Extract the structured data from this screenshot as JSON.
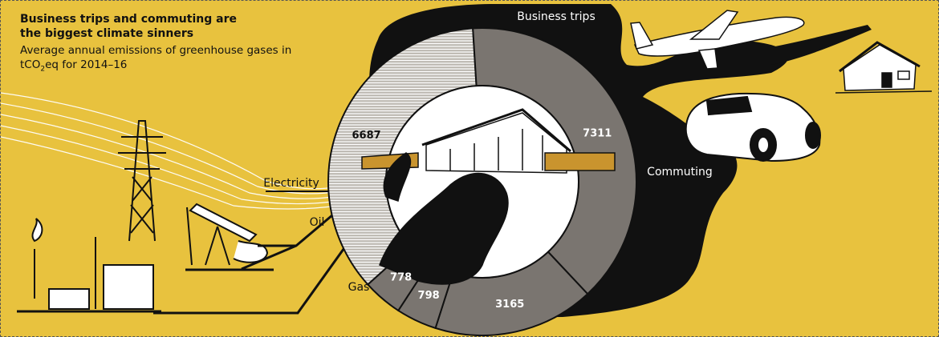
{
  "header": {
    "title": "Business trips and commuting are the biggest climate sinners",
    "subtitle_main": "Average annual emissions of greenhouse gases in tCO",
    "subtitle_sub": "2",
    "subtitle_end": "eq for 2014–16"
  },
  "colors": {
    "background": "#e8c23e",
    "segment": "#7a7570",
    "business_hatch": "#bdb9b2",
    "ink": "#111111",
    "label_light": "#ffffff"
  },
  "chart_data": {
    "type": "pie",
    "donut": true,
    "title": "Business trips and commuting are the biggest climate sinners",
    "subtitle": "Average annual emissions of greenhouse gases in tCO2eq for 2014–16",
    "unit": "tCO2eq",
    "categories": [
      "Business trips",
      "Commuting",
      "Gas",
      "Oil",
      "Electricity"
    ],
    "values": [
      6687,
      7311,
      3165,
      798,
      778
    ],
    "slices": [
      {
        "category": "Business trips",
        "value": 6687,
        "value_label": "6687",
        "style": "hatched"
      },
      {
        "category": "Commuting",
        "value": 7311,
        "value_label": "7311",
        "style": "solid"
      },
      {
        "category": "Gas",
        "value": 3165,
        "value_label": "3165",
        "style": "solid"
      },
      {
        "category": "Oil",
        "value": 798,
        "value_label": "798",
        "style": "solid"
      },
      {
        "category": "Electricity",
        "value": 778,
        "value_label": "778",
        "style": "solid"
      }
    ]
  },
  "icons": [
    "airplane-icon",
    "house-icon",
    "car-icon",
    "power-pylon-icon",
    "oil-pump-icon",
    "gas-flare-icon",
    "building-icon"
  ]
}
